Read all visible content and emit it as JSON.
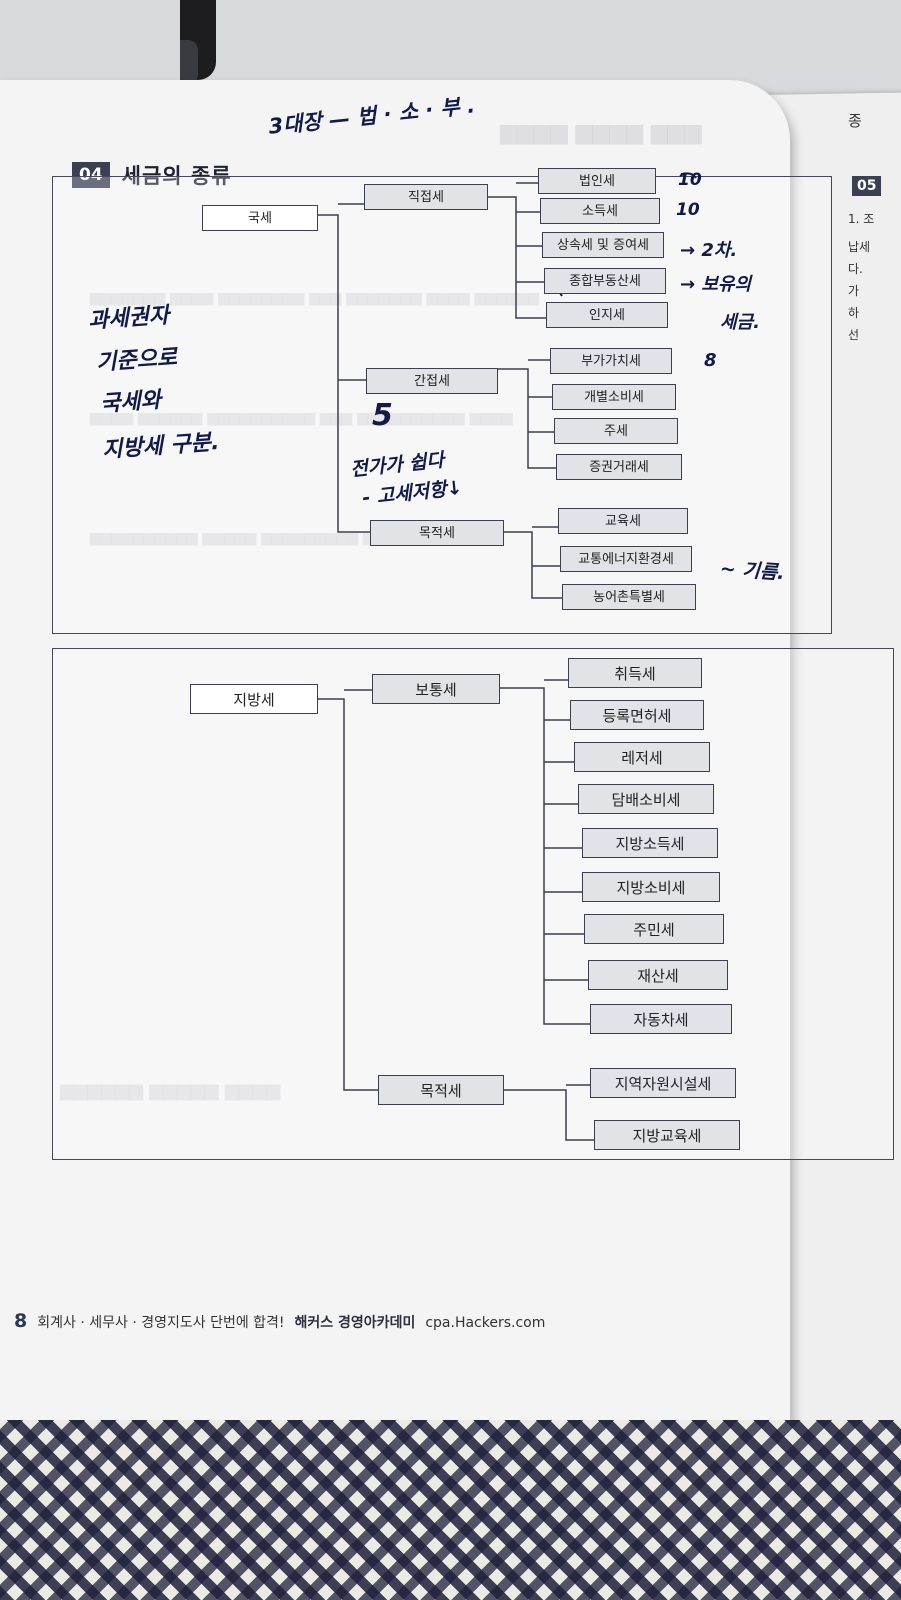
{
  "page": {
    "section_number": "04",
    "section_title": "세금의 종류",
    "page_number": "8",
    "footer_text": "회계사 · 세무사 · 경영지도사 단번에 합격!",
    "footer_brand": "해커스 경영아카데미",
    "footer_url": "cpa.Hackers.com",
    "next_section_number": "05",
    "edge_fragments": [
      "1. 조",
      "납세",
      "다.",
      "가",
      "하",
      "선",
      "종"
    ]
  },
  "national": {
    "root": "국세",
    "groups": [
      {
        "label": "직접세",
        "items": [
          "법인세",
          "소득세",
          "상속세 및 증여세",
          "종합부동산세",
          "인지세"
        ]
      },
      {
        "label": "간접세",
        "items": [
          "부가가치세",
          "개별소비세",
          "주세",
          "증권거래세"
        ]
      },
      {
        "label": "목적세",
        "items": [
          "교육세",
          "교통에너지환경세",
          "농어촌특별세"
        ]
      }
    ]
  },
  "local": {
    "root": "지방세",
    "groups": [
      {
        "label": "보통세",
        "items": [
          "취득세",
          "등록면허세",
          "레저세",
          "담배소비세",
          "지방소득세",
          "지방소비세",
          "주민세",
          "재산세",
          "자동차세"
        ]
      },
      {
        "label": "목적세",
        "items": [
          "지역자원시설세",
          "지방교육세"
        ]
      }
    ]
  },
  "handwriting": {
    "top_note": "3대장 — 법 · 소 · 부 .",
    "left_note": [
      "과세권자",
      "기준으로",
      "국세와",
      "지방세 구분."
    ],
    "corporate": "10",
    "income": "10",
    "inheritance": "→ 2차.",
    "property": "→ 보유의",
    "property_2": "세금.",
    "vat": "8",
    "indirect_mark": "5",
    "indirect_note_1": "전가가 쉽다",
    "indirect_note_2": "- 고세저항↓",
    "transport": "~ 기름."
  },
  "colors": {
    "ink": "#121a46",
    "section_badge": "#3a3f52",
    "box_border": "#3d3f50"
  }
}
